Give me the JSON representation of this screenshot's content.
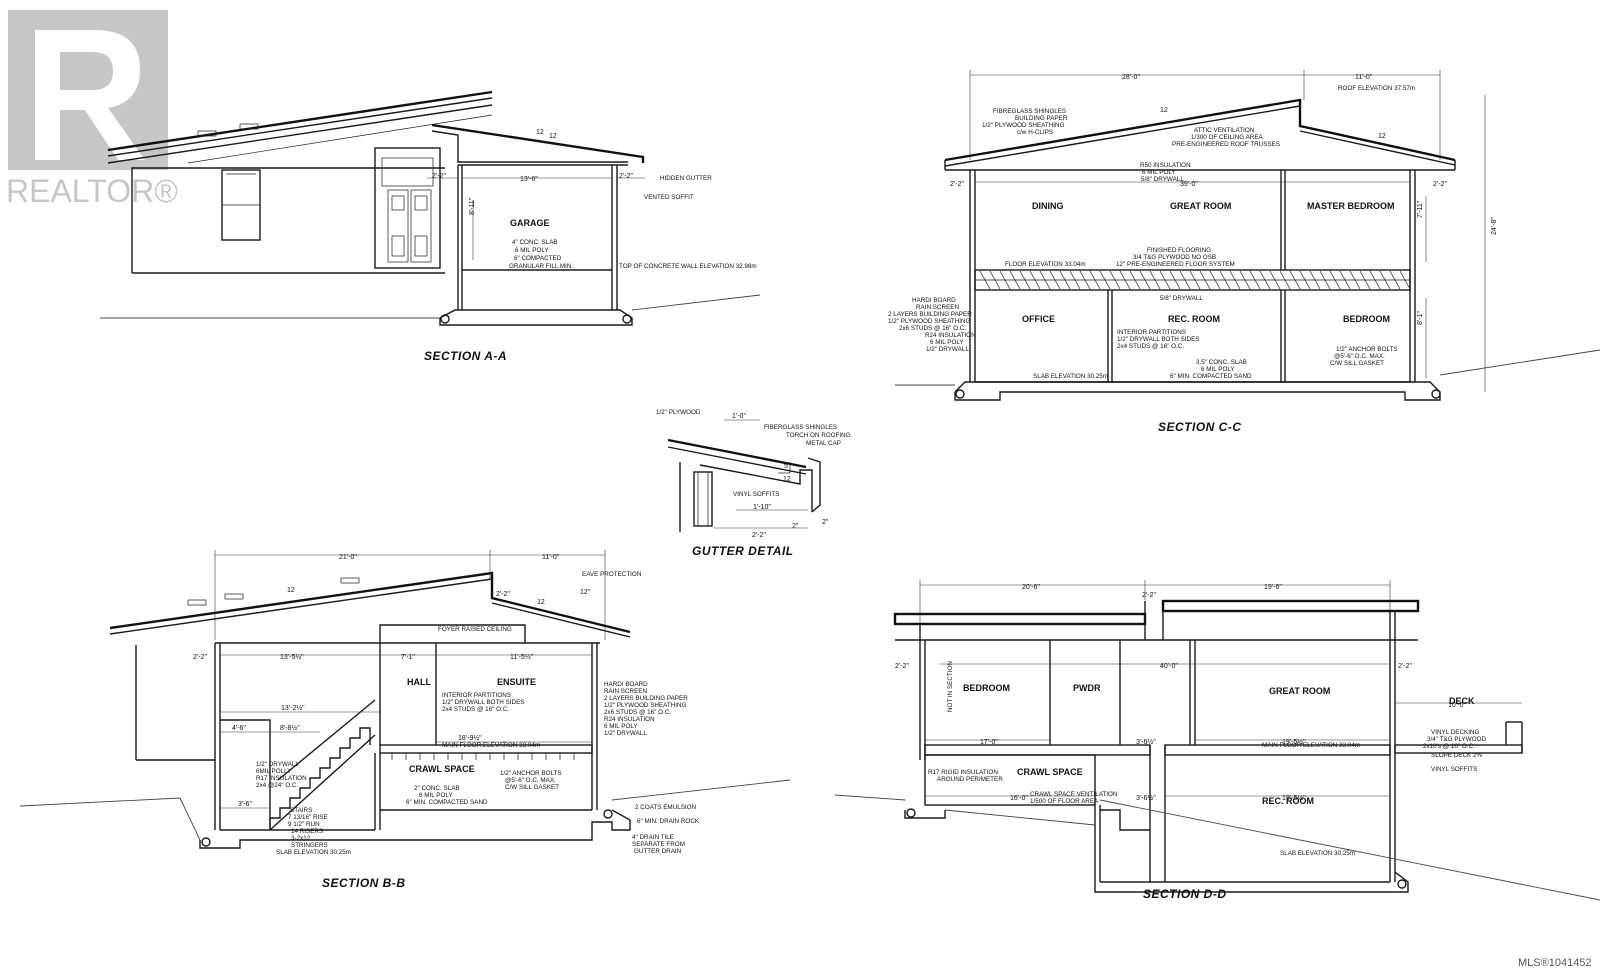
{
  "watermark": {
    "brand": "REALTOR®",
    "mls": "MLS®1041452"
  },
  "section_a": {
    "title": "SECTION A-A",
    "rooms": [
      "GARAGE"
    ],
    "notes": [
      "HIDDEN GUTTER",
      "VENTED SOFFIT",
      "4\" CONC. SLAB",
      "6 MIL POLY",
      "6\" COMPACTED",
      "GRANULAR FILL MIN.",
      "TOP OF CONCRETE WALL ELEVATION 32.98m"
    ],
    "dims": [
      "12",
      "12",
      "2'-2\"",
      "13'-6\"",
      "2'-2\"",
      "8'-11\""
    ]
  },
  "section_b": {
    "title": "SECTION B-B",
    "rooms": [
      "HALL",
      "ENSUITE",
      "CRAWL SPACE"
    ],
    "notes": [
      "FOYER RAISED CEILING",
      "EAVE PROTECTION",
      "HARDI BOARD",
      "RAIN SCREEN",
      "2 LAYERS BUILDING PAPER",
      "1/2\" PLYWOOD SHEATHING",
      "2x6 STUDS @ 16\" O.C.",
      "R24 INSULATION",
      "6 MIL POLY",
      "1/2\" DRYWALL",
      "INTERIOR PARTITIONS",
      "1/2\" DRYWALL BOTH SIDES",
      "2x4 STUDS @ 16\" O.C.",
      "MAIN FLOOR ELEVATION 33.04m",
      "1/2\" DRYWALL",
      "6MIL POLLY",
      "R17 INSULATION",
      "2x4 @24\" O.C.",
      "1/2\" ANCHOR BOLTS",
      "@5'-6\" O.C. MAX.",
      "C/W SILL GASKET",
      "2\" CONC. SLAB",
      "6 MIL POLY",
      "6\" MIN. COMPACTED SAND",
      "STAIRS",
      "7 13/16\" RISE",
      "9 1/2\" RUN",
      "14 RISERS",
      "3-2x12",
      "STRINGERS",
      "SLAB ELEVATION 30.25m",
      "2 COATS EMULSION",
      "6\" MIN. DRAIN ROCK",
      "4\" DRAIN TILE",
      "SEPARATE FROM",
      "GUTTER DRAIN"
    ],
    "dims": [
      "21'-0\"",
      "11'-0\"",
      "12",
      "12",
      "2'-2\"",
      "13'-5½\"",
      "7'-1\"",
      "11'-5½\"",
      "13'-2½\"",
      "18'-9½\"",
      "4'-6\"",
      "8'-8½\"",
      "3'-6\"",
      "2'-2\"",
      "12\""
    ]
  },
  "section_c": {
    "title": "SECTION C-C",
    "rooms": [
      "DINING",
      "GREAT ROOM",
      "MASTER BEDROOM",
      "OFFICE",
      "REC. ROOM",
      "BEDROOM"
    ],
    "notes": [
      "FIBREGLASS SHINGLES",
      "BUILDING PAPER",
      "1/2\" PLYWOOD SHEATHING",
      "c/w H-CLIPS",
      "ATTIC VENTILATION",
      "1/300 OF CEILING AREA",
      "PRE-ENGINEERED ROOF TRUSSES",
      "ROOF ELEVATION 37.57m",
      "R50 INSULATION",
      "6 MIL POLY",
      "5/8\" DRYWALL",
      "FINISHED FLOORING",
      "3/4 T&G PLYWOOD NO OSB",
      "12\" PRE-ENGINEERED FLOOR SYSTEM",
      "FLOOR ELEVATION 33.04m",
      "5/8\" DRYWALL",
      "HARDI BOARD",
      "RAIN SCREEN",
      "2 LAYERS BUILDING PAPER",
      "1/2\" PLYWOOD SHEATHING",
      "2x6 STUDS @ 16\" O.C.",
      "R24 INSULATION",
      "6 MIL POLY",
      "1/2\" DRYWALL",
      "INTERIOR PARTITIONS",
      "1/2\" DRYWALL BOTH SIDES",
      "2x4 STUDS @ 16\" O.C.",
      "3.5\" CONC. SLAB",
      "6 MIL POLY",
      "6\" MIN. COMPACTED SAND",
      "SLAB ELEVATION 30.25m",
      "1/2\" ANCHOR BOLTS",
      "@5'-6\" O.C. MAX.",
      "C/W SILL GASKET"
    ],
    "dims": [
      "28'-0\"",
      "11'-0\"",
      "12",
      "12",
      "2'-2\"",
      "39'-0\"",
      "2'-2\"",
      "24'-8\"",
      "7'-11\"",
      "8'-1\""
    ]
  },
  "gutter": {
    "title": "GUTTER DETAIL",
    "notes": [
      "1/2\" PLYWOOD",
      "FIBERGLASS SHINGLES",
      "TORCH ON ROOFING",
      "METAL CAP",
      "VINYL SOFFITS"
    ],
    "dims": [
      "1'-0\"",
      "1'-10\"",
      "2'-2\"",
      "5",
      "12",
      "2\"",
      "2\""
    ]
  },
  "section_d": {
    "title": "SECTION D-D",
    "rooms": [
      "BEDROOM",
      "PWDR",
      "GREAT ROOM",
      "DECK",
      "CRAWL SPACE",
      "REC. ROOM"
    ],
    "notes": [
      "NOT IN SECTION",
      "MAIN FLOOR ELEVATION 33.04m",
      "VINYL DECKING",
      "3/4\" T&G PLYWOOD",
      "2x10's @ 16\" O.C.",
      "SLOPE DECK 2%",
      "VINYL SOFFITS",
      "R17 RIGID INSULATION",
      "AROUND PERIMETER",
      "CRAWL SPACE VENTILATION",
      "1/500 OF FLOOR AREA",
      "SLAB ELEVATION 30.25m"
    ],
    "dims": [
      "20'-6\"",
      "19'-6\"",
      "2'-2\"",
      "2'-2\"",
      "40'-0\"",
      "2'-2\"",
      "17'-0\"",
      "3'-6½\"",
      "19'-5½\"",
      "16'-0\"",
      "3'-6½\"",
      "19'-5½\"",
      "10'-0\""
    ]
  }
}
